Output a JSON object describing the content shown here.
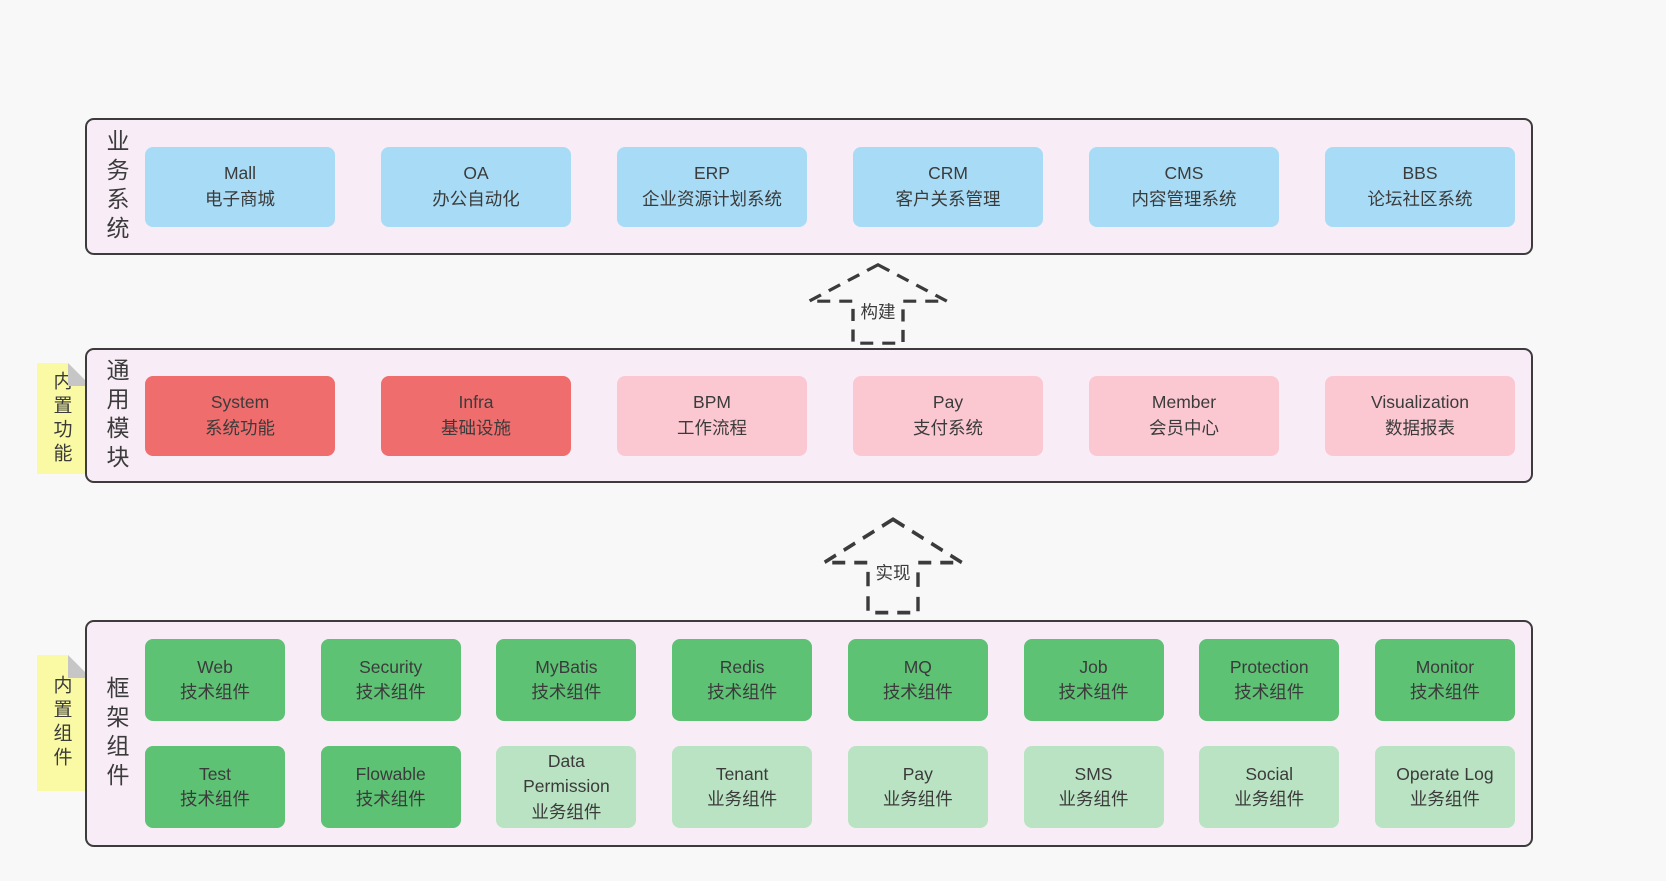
{
  "palette": {
    "page_bg": "#f8f8f8",
    "panel_bg": "#f8edf6",
    "panel_border": "#3c3c3c",
    "blue_box": "#a8dbf5",
    "red_box": "#ef6d6d",
    "pink_box": "#fbc8d2",
    "green_box": "#5ec274",
    "light_green_box": "#b9e3c2",
    "sticky_yellow": "#fafaa5",
    "fold_gray": "#c6c6c6",
    "text": "#3b3b3b"
  },
  "business": {
    "label": "业务系统",
    "boxes": [
      {
        "en": "Mall",
        "zh": "电子商城"
      },
      {
        "en": "OA",
        "zh": "办公自动化"
      },
      {
        "en": "ERP",
        "zh": "企业资源计划系统"
      },
      {
        "en": "CRM",
        "zh": "客户关系管理"
      },
      {
        "en": "CMS",
        "zh": "内容管理系统"
      },
      {
        "en": "BBS",
        "zh": "论坛社区系统"
      }
    ]
  },
  "arrow_build": {
    "label": "构建"
  },
  "modules": {
    "label": "通用模块",
    "sticky": "内置功能",
    "boxes": [
      {
        "en": "System",
        "zh": "系统功能"
      },
      {
        "en": "Infra",
        "zh": "基础设施"
      },
      {
        "en": "BPM",
        "zh": "工作流程"
      },
      {
        "en": "Pay",
        "zh": "支付系统"
      },
      {
        "en": "Member",
        "zh": "会员中心"
      },
      {
        "en": "Visualization",
        "zh": "数据报表"
      }
    ]
  },
  "arrow_implement": {
    "label": "实现"
  },
  "framework": {
    "label": "框架组件",
    "sticky": "内置组件",
    "row1": [
      {
        "en": "Web",
        "zh": "技术组件"
      },
      {
        "en": "Security",
        "zh": "技术组件"
      },
      {
        "en": "MyBatis",
        "zh": "技术组件"
      },
      {
        "en": "Redis",
        "zh": "技术组件"
      },
      {
        "en": "MQ",
        "zh": "技术组件"
      },
      {
        "en": "Job",
        "zh": "技术组件"
      },
      {
        "en": "Protection",
        "zh": "技术组件"
      },
      {
        "en": "Monitor",
        "zh": "技术组件"
      }
    ],
    "row2": [
      {
        "en": "Test",
        "zh": "技术组件"
      },
      {
        "en": "Flowable",
        "zh": "技术组件"
      },
      {
        "en": "Data Permission",
        "zh": "业务组件"
      },
      {
        "en": "Tenant",
        "zh": "业务组件"
      },
      {
        "en": "Pay",
        "zh": "业务组件"
      },
      {
        "en": "SMS",
        "zh": "业务组件"
      },
      {
        "en": "Social",
        "zh": "业务组件"
      },
      {
        "en": "Operate Log",
        "zh": "业务组件"
      }
    ]
  }
}
